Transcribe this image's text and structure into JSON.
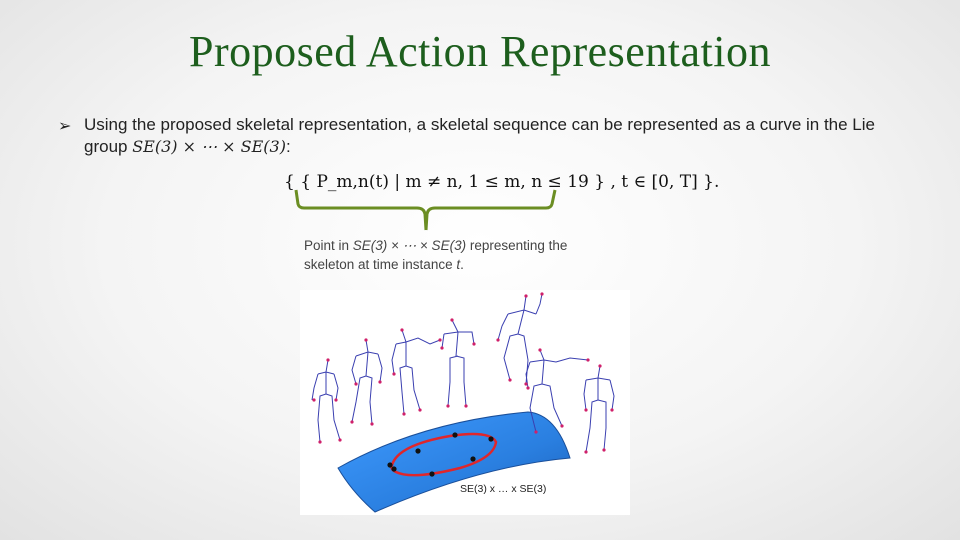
{
  "slide": {
    "title": "Proposed Action Representation",
    "bullet": {
      "marker": "➢",
      "text_before": "Using the proposed skeletal representation, a skeletal sequence can be represented as a curve in the Lie group ",
      "math": "SE(3) × ⋯ × SE(3)",
      "text_after": ":"
    },
    "formula": "{ { P_m,n(t) | m ≠ n, 1 ≤ m, n ≤ 19 } , t ∈ [0, T] }.",
    "caption": {
      "prefix": "Point in ",
      "math": "SE(3) × ⋯  × SE(3)",
      "middle": " representing the skeleton at time instance ",
      "var": "t",
      "suffix": "."
    },
    "figure": {
      "manifold_label": "SE(3) x … x SE(3)",
      "colors": {
        "manifold": "#2a7fe0",
        "curve": "#e0262b",
        "skeleton_line": "#3a3fb0",
        "skeleton_joint": "#d0206a",
        "brace": "#6b8e23"
      }
    }
  }
}
